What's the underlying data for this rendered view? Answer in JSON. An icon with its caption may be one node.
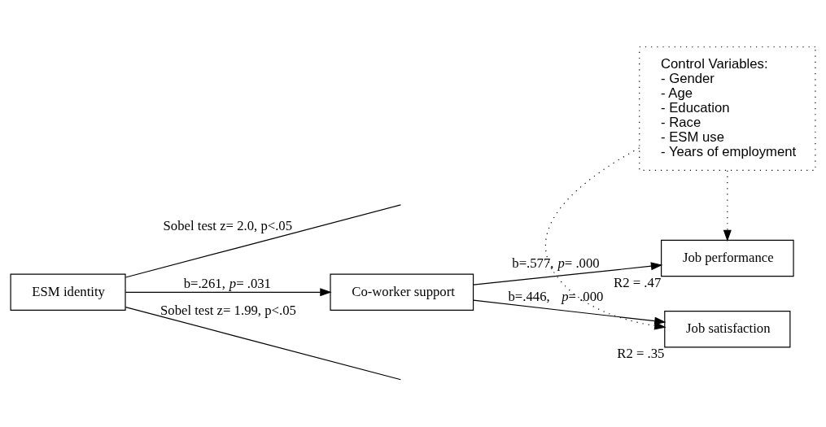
{
  "diagram": {
    "nodes": [
      {
        "text": [
          "ESM identity"
        ]
      },
      {
        "text": [
          "Co-worker support"
        ]
      },
      {
        "text": [
          "Job performance"
        ],
        "beside": [
          "R2 = .47"
        ]
      },
      {
        "text": [
          "Job satisfaction"
        ],
        "beside": [
          "R2 = .35"
        ]
      },
      {
        "text": [
          "Control Variables:",
          "- Gender",
          "- Age",
          "- Education",
          "- Race",
          "- ESM use",
          "- Years of employment"
        ]
      }
    ],
    "edges": [
      {
        "from": 0,
        "to": 1,
        "arrow": "to",
        "label": "b=.261, *p*= .031"
      },
      {
        "from": 1,
        "to": 2,
        "arrow": "to",
        "label": "b=.577, *p*= .000"
      },
      {
        "from": 1,
        "to": 3,
        "arrow": "to",
        "label": "b=.446,   *p*= .000"
      },
      {
        "from": 0,
        "to": null,
        "arrow": "none",
        "label": "Sobel test z= 2.0, p<.05"
      },
      {
        "from": 0,
        "to": null,
        "arrow": "none",
        "label": "Sobel test z= 1.99, p<.05"
      },
      {
        "from": 4,
        "to": 2,
        "arrow": "to",
        "style": "dashed"
      },
      {
        "from": 4,
        "to": 3,
        "arrow": "to",
        "style": "dashed"
      }
    ]
  }
}
